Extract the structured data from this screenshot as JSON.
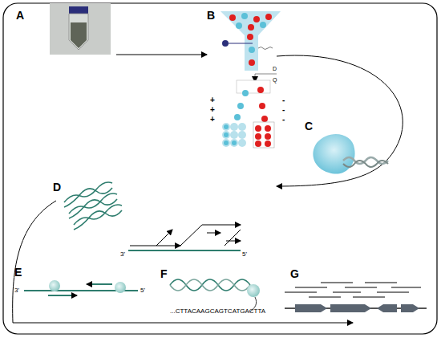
{
  "diagram": {
    "labels": [
      "A",
      "B",
      "C",
      "D",
      "E",
      "F",
      "G",
      "+",
      "+",
      "+",
      "-",
      "-",
      "-",
      "D",
      "Q",
      "3'",
      "5'",
      "3'",
      "5'",
      "...CTTACAAGCAGTCATGACTTA"
    ]
  }
}
